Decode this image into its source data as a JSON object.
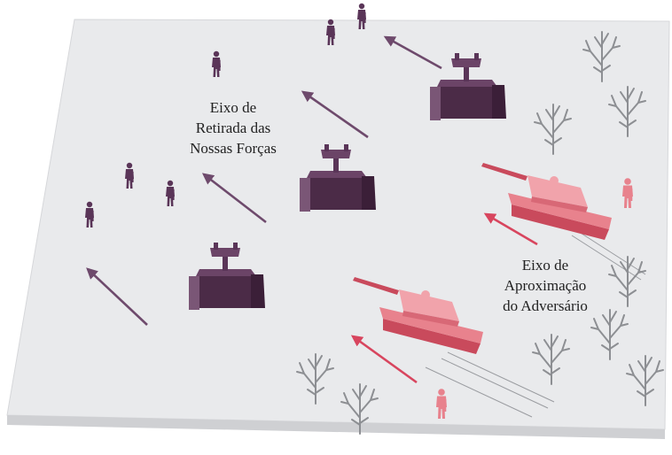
{
  "colors": {
    "ground_top": "#e9eaec",
    "ground_edge": "#cfd0d3",
    "friendly": "#5a3558",
    "friendly_arrow": "#6e4a6c",
    "enemy": "#e8828d",
    "enemy_dark": "#c94a5c",
    "enemy_arrow": "#d8455e",
    "tree": "#8d8f93"
  },
  "labels": {
    "friendly_axis": [
      "Eixo de",
      "Retirada das",
      "Nossas Forças"
    ],
    "enemy_axis": [
      "Eixo de",
      "Aproximação",
      "do Adversário"
    ]
  },
  "legend_icons": {
    "friendly_unit": "robot-vehicle-icon",
    "friendly_soldier": "soldier-icon",
    "enemy_unit": "tank-icon",
    "enemy_soldier": "soldier-icon",
    "terrain": "bare-tree-icon"
  }
}
